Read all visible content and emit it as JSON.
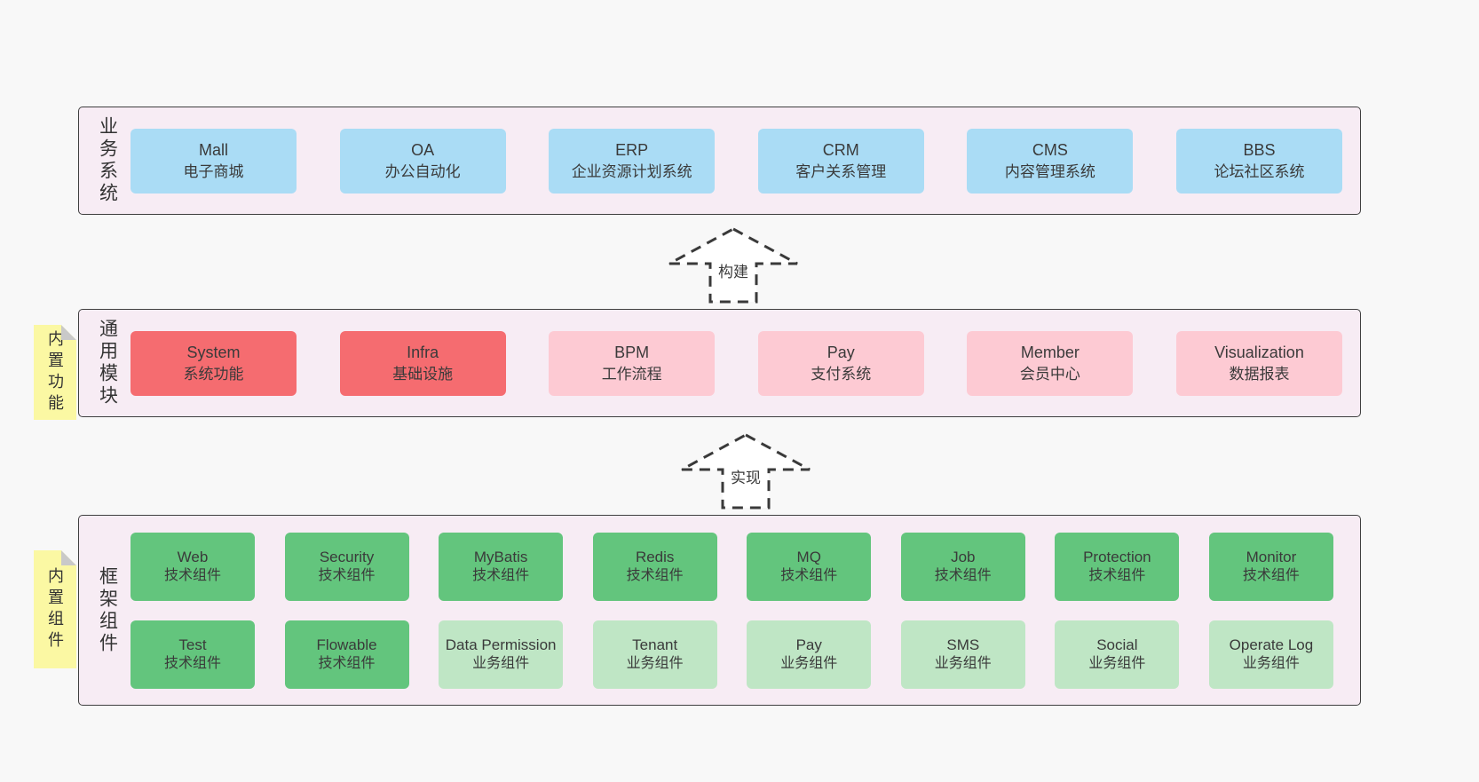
{
  "colors": {
    "page_bg": "#f8f8f8",
    "container_bg": "#f7ecf4",
    "container_border": "#3f3f3f",
    "blue": "#aadcf5",
    "red": "#f56c70",
    "pink": "#fdcad3",
    "green": "#63c57d",
    "light_green": "#bfe6c5",
    "tab_yellow": "#fbf8a3",
    "tab_fold": "#c9c9c9",
    "text": "#3a3a3a"
  },
  "arrows": [
    {
      "label": "构建"
    },
    {
      "label": "实现"
    }
  ],
  "layers": {
    "business": {
      "label": "业务系统",
      "boxes": [
        {
          "title": "Mall",
          "subtitle": "电子商城"
        },
        {
          "title": "OA",
          "subtitle": "办公自动化"
        },
        {
          "title": "ERP",
          "subtitle": "企业资源计划系统"
        },
        {
          "title": "CRM",
          "subtitle": "客户关系管理"
        },
        {
          "title": "CMS",
          "subtitle": "内容管理系统"
        },
        {
          "title": "BBS",
          "subtitle": "论坛社区系统"
        }
      ]
    },
    "modules": {
      "label": "通用模块",
      "tag": "内置功能",
      "boxes": [
        {
          "title": "System",
          "subtitle": "系统功能"
        },
        {
          "title": "Infra",
          "subtitle": "基础设施"
        },
        {
          "title": "BPM",
          "subtitle": "工作流程"
        },
        {
          "title": "Pay",
          "subtitle": "支付系统"
        },
        {
          "title": "Member",
          "subtitle": "会员中心"
        },
        {
          "title": "Visualization",
          "subtitle": "数据报表"
        }
      ]
    },
    "components": {
      "label": "框架组件",
      "tag": "内置组件",
      "row1": [
        {
          "title": "Web",
          "subtitle": "技术组件"
        },
        {
          "title": "Security",
          "subtitle": "技术组件"
        },
        {
          "title": "MyBatis",
          "subtitle": "技术组件"
        },
        {
          "title": "Redis",
          "subtitle": "技术组件"
        },
        {
          "title": "MQ",
          "subtitle": "技术组件"
        },
        {
          "title": "Job",
          "subtitle": "技术组件"
        },
        {
          "title": "Protection",
          "subtitle": "技术组件"
        },
        {
          "title": "Monitor",
          "subtitle": "技术组件"
        }
      ],
      "row2": [
        {
          "title": "Test",
          "subtitle": "技术组件"
        },
        {
          "title": "Flowable",
          "subtitle": "技术组件"
        },
        {
          "title": "Data Permission",
          "subtitle": "业务组件"
        },
        {
          "title": "Tenant",
          "subtitle": "业务组件"
        },
        {
          "title": "Pay",
          "subtitle": "业务组件"
        },
        {
          "title": "SMS",
          "subtitle": "业务组件"
        },
        {
          "title": "Social",
          "subtitle": "业务组件"
        },
        {
          "title": "Operate Log",
          "subtitle": "业务组件"
        }
      ]
    }
  }
}
